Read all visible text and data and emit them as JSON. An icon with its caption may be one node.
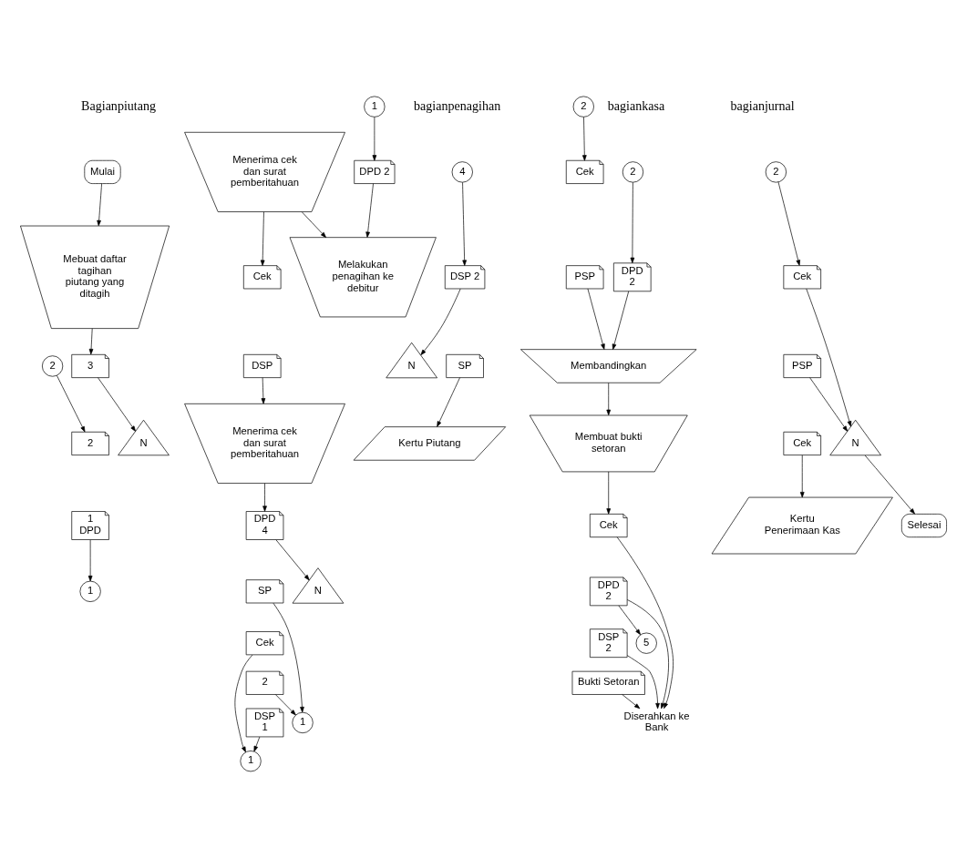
{
  "diagram": {
    "nodes": [
      {
        "text": [
          "Mulai"
        ]
      },
      {
        "text": [
          "Mebuat daftar tagihan piutang yang ditagih"
        ]
      },
      {
        "text": [
          "3"
        ]
      },
      {
        "text": [
          "2"
        ]
      },
      {
        "text": [
          "1",
          "DPD"
        ]
      },
      {
        "text": [
          "1"
        ]
      },
      {
        "text": [
          "2"
        ]
      },
      {
        "text": [
          "N"
        ]
      },
      {
        "text": [
          "4"
        ]
      },
      {
        "text": [
          "DSP 2"
        ]
      },
      {
        "text": [
          "SP"
        ]
      },
      {
        "text": [
          "Kertu Piutang"
        ]
      },
      {
        "text": [
          "N"
        ]
      },
      {
        "text": [
          "1"
        ]
      },
      {
        "text": [
          "DPD 2"
        ]
      },
      {
        "text": [
          "Melakukan penagihan ke debitur"
        ]
      },
      {
        "text": [
          "Menerima cek dan surat pemberitahuan"
        ]
      },
      {
        "text": [
          "Cek"
        ]
      },
      {
        "text": [
          "DSP"
        ]
      },
      {
        "text": [
          "Menerima cek dan surat pemberitahuan"
        ]
      },
      {
        "text": [
          "DPD",
          "4"
        ]
      },
      {
        "text": [
          "SP"
        ]
      },
      {
        "text": [
          "Cek"
        ]
      },
      {
        "text": [
          "2"
        ]
      },
      {
        "text": [
          "DSP",
          "1"
        ]
      },
      {
        "text": [
          "1"
        ]
      },
      {
        "text": [
          "1"
        ]
      },
      {
        "text": [
          "N"
        ]
      },
      {
        "text": [
          "2"
        ]
      },
      {
        "text": [
          "2"
        ]
      },
      {
        "text": [
          "DPD",
          "2"
        ]
      },
      {
        "text": [
          "Cek"
        ]
      },
      {
        "text": [
          "PSP"
        ]
      },
      {
        "text": [
          "Membandingkan"
        ]
      },
      {
        "text": [
          "Membuat bukti setoran"
        ]
      },
      {
        "text": [
          "Cek"
        ]
      },
      {
        "text": [
          "DPD",
          "2"
        ]
      },
      {
        "text": [
          "DSP",
          "2"
        ]
      },
      {
        "text": [
          "Bukti Setoran"
        ]
      },
      {
        "text": [
          "5"
        ]
      },
      {
        "text": [
          "Diserahkan ke Bank"
        ]
      },
      {
        "text": [
          "2"
        ]
      },
      {
        "text": [
          "Cek"
        ]
      },
      {
        "text": [
          "PSP"
        ]
      },
      {
        "text": [
          "Cek"
        ]
      },
      {
        "text": [
          "Kertu Penerimaan Kas"
        ]
      },
      {
        "text": [
          "N"
        ]
      },
      {
        "text": [
          "Selesai"
        ]
      }
    ],
    "edges": [
      {
        "from": 0,
        "to": 1,
        "arrow": "to"
      },
      {
        "from": 1,
        "to": 2,
        "arrow": "to"
      },
      {
        "from": 4,
        "to": 5,
        "arrow": "to"
      },
      {
        "from": 6,
        "to": 3,
        "arrow": "to"
      },
      {
        "from": 2,
        "to": 7,
        "arrow": "to"
      },
      {
        "from": 8,
        "to": 9,
        "arrow": "to"
      },
      {
        "from": 10,
        "to": 11,
        "arrow": "to"
      },
      {
        "from": 9,
        "to": 12,
        "arrow": "to"
      },
      {
        "from": 13,
        "to": 14,
        "arrow": "to"
      },
      {
        "from": 14,
        "to": 15,
        "arrow": "to"
      },
      {
        "from": 16,
        "to": 15,
        "arrow": "to"
      },
      {
        "from": 16,
        "to": 17,
        "arrow": "to"
      },
      {
        "from": 18,
        "to": 19,
        "arrow": "to"
      },
      {
        "from": 19,
        "to": 20,
        "arrow": "to"
      },
      {
        "from": 21,
        "to": 25,
        "arrow": "to"
      },
      {
        "from": 23,
        "to": 25,
        "arrow": "to"
      },
      {
        "from": 22,
        "to": 26,
        "arrow": "to"
      },
      {
        "from": 24,
        "to": 26,
        "arrow": "to"
      },
      {
        "from": 20,
        "to": 27,
        "arrow": "to"
      },
      {
        "from": 28,
        "to": 30,
        "arrow": "to"
      },
      {
        "from": 29,
        "to": 31,
        "arrow": "to"
      },
      {
        "from": 30,
        "to": 33,
        "arrow": "to"
      },
      {
        "from": 32,
        "to": 33,
        "arrow": "to"
      },
      {
        "from": 33,
        "to": 34,
        "arrow": "to"
      },
      {
        "from": 34,
        "to": 35,
        "arrow": "to"
      },
      {
        "from": 38,
        "to": 40,
        "arrow": "to"
      },
      {
        "from": 37,
        "to": 40,
        "arrow": "to"
      },
      {
        "from": 36,
        "to": 40,
        "arrow": "to"
      },
      {
        "from": 35,
        "to": 40,
        "arrow": "to"
      },
      {
        "from": 36,
        "to": 39,
        "arrow": "to"
      },
      {
        "from": 41,
        "to": 42,
        "arrow": "to"
      },
      {
        "from": 44,
        "to": 45,
        "arrow": "to"
      },
      {
        "from": 43,
        "to": 46,
        "arrow": "to"
      },
      {
        "from": 42,
        "to": 46,
        "arrow": "to"
      },
      {
        "from": 46,
        "to": 47,
        "arrow": "to"
      }
    ],
    "labels": [
      "Bagianpiutang",
      "bagianpenagihan",
      "bagiankasa",
      "bagianjurnal"
    ]
  }
}
